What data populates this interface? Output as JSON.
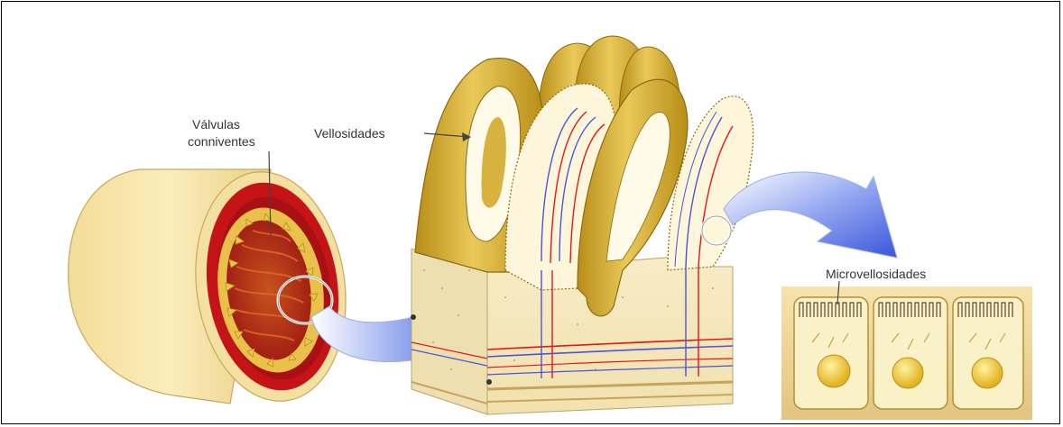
{
  "labels": {
    "valvulas_line1": "Válvulas",
    "valvulas_line2": "conniventes",
    "vellosidades": "Vellosidades",
    "microvellosidades": "Microvellosidades"
  },
  "colors": {
    "tube_outer": "#f5e3a6",
    "tube_red": "#c8161b",
    "villus_gold": "#cfa52a",
    "villus_inner": "#fffbe8",
    "arrow_blue": "#3c5ee0",
    "vessel_red": "#e21818",
    "vessel_blue": "#4a55d8"
  }
}
